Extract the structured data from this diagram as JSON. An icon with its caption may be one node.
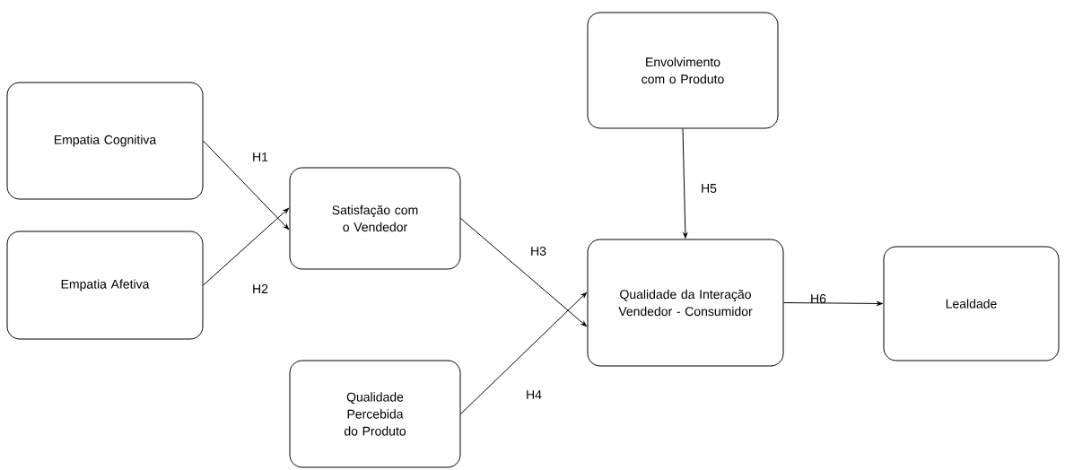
{
  "diagram": {
    "nodes": [
      {
        "text": [
          "Empatia Cognitiva"
        ]
      },
      {
        "text": [
          "Empatia Afetiva"
        ]
      },
      {
        "text": [
          "Satisfação com o Vendedor"
        ]
      },
      {
        "text": [
          "Qualidade Percebida do Produto"
        ]
      },
      {
        "text": [
          "Envolvimento com o Produto"
        ]
      },
      {
        "text": [
          "Qualidade da Interação Vendedor - Consumidor"
        ]
      },
      {
        "text": [
          "Lealdade"
        ]
      }
    ],
    "edges": [
      {
        "from": 0,
        "to": 2,
        "arrow": "to",
        "label": "H1"
      },
      {
        "from": 1,
        "to": 2,
        "arrow": "to",
        "label": "H2"
      },
      {
        "from": 2,
        "to": 5,
        "arrow": "to",
        "label": "H3"
      },
      {
        "from": 3,
        "to": 5,
        "arrow": "to",
        "label": "H4"
      },
      {
        "from": 4,
        "to": 5,
        "arrow": "to",
        "label": "H5"
      },
      {
        "from": 5,
        "to": 6,
        "arrow": "to",
        "label": "H6"
      }
    ]
  }
}
